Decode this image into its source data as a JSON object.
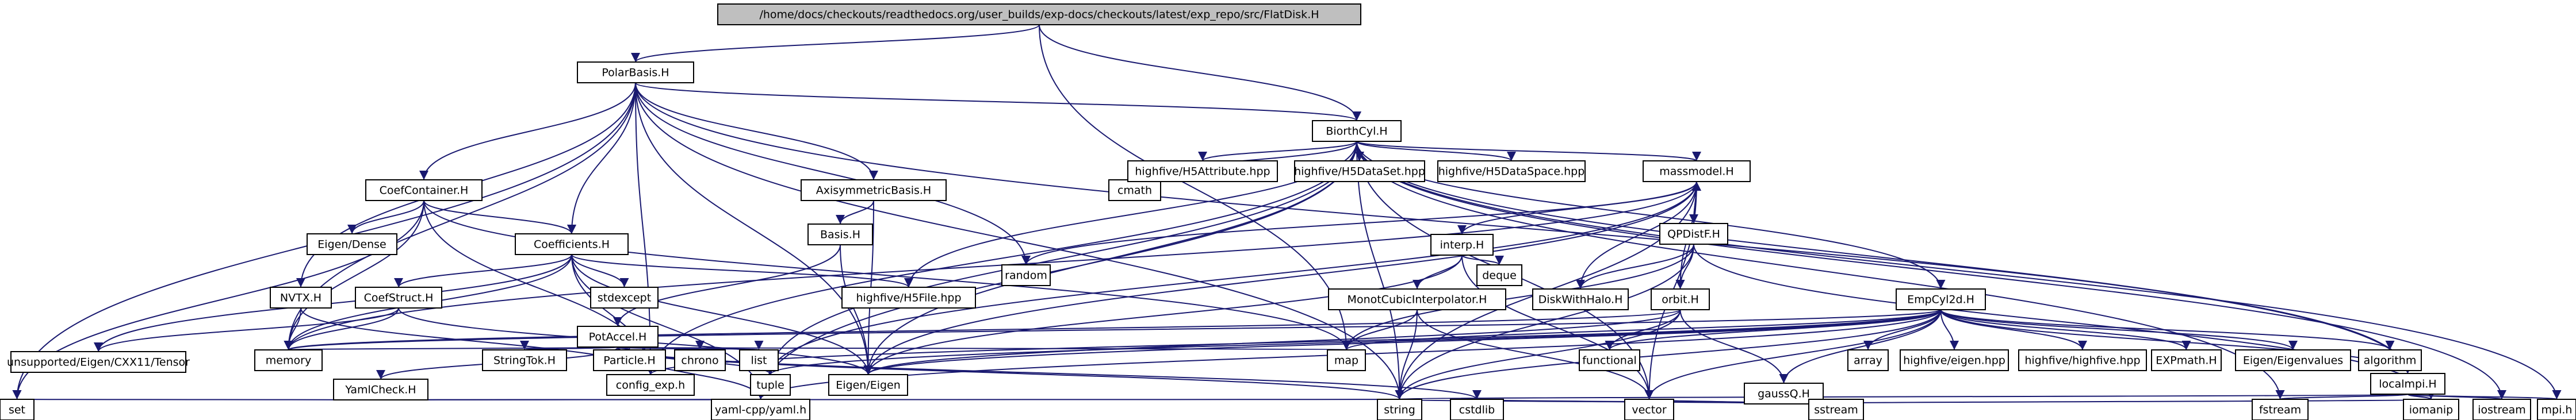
{
  "root": "/home/docs/checkouts/readthedocs.org/user_builds/exp-docs/checkouts/latest/exp_repo/src/FlatDisk.H",
  "colors": {
    "edge": "#191970",
    "root_fill": "#bfbfbf",
    "node_fill": "#ffffff",
    "node_border": "#000000"
  },
  "nodes": {
    "flatdisk": "/home/docs/checkouts/readthedocs.org/user_builds/exp-docs/checkouts/latest/exp_repo/src/FlatDisk.H",
    "polarbasis": "PolarBasis.H",
    "biorthcyl": "BiorthCyl.H",
    "coefcontainer": "CoefContainer.H",
    "axisymmetricbasis": "AxisymmetricBasis.H",
    "cmath": "cmath",
    "h5attribute": "highfive/H5Attribute.hpp",
    "h5dataset": "highfive/H5DataSet.hpp",
    "h5dataspace": "highfive/H5DataSpace.hpp",
    "massmodel": "massmodel.H",
    "eigendense": "Eigen/Dense",
    "coefficients": "Coefficients.H",
    "basis": "Basis.H",
    "random": "random",
    "interp": "interp.H",
    "qpdistf": "QPDistF.H",
    "nvtx": "NVTX.H",
    "coefstruct": "CoefStruct.H",
    "stdexcept": "stdexcept",
    "potaccel": "PotAccel.H",
    "h5file": "highfive/H5File.hpp",
    "monotcubic": "MonotCubicInterpolator.H",
    "deque": "deque",
    "diskwithhalo": "DiskWithHalo.H",
    "orbit": "orbit.H",
    "empcyl2d": "EmpCyl2d.H",
    "tensor": "unsupported/Eigen/CXX11/Tensor",
    "memory": "memory",
    "yamlcheck": "YamlCheck.H",
    "stringtok": "StringTok.H",
    "particle": "Particle.H",
    "chrono": "chrono",
    "list": "list",
    "configexp": "config_exp.h",
    "tuple": "tuple",
    "eigeneigen": "Eigen/Eigen",
    "map": "map",
    "functional": "functional",
    "gaussq": "gaussQ.H",
    "array": "array",
    "h5eigen": "highfive/eigen.hpp",
    "h5highfive": "highfive/highfive.hpp",
    "expmath": "EXPmath.H",
    "eigenvalues": "Eigen/Eigenvalues",
    "algorithm": "algorithm",
    "localmpi": "localmpi.H",
    "set": "set",
    "yamlcpp": "yaml-cpp/yaml.h",
    "string": "string",
    "cstdlib": "cstdlib",
    "vector": "vector",
    "sstream": "sstream",
    "iomanip": "iomanip",
    "iostream": "iostream",
    "fstream": "fstream",
    "mpih": "mpi.h"
  }
}
